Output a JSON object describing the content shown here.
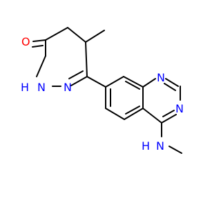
{
  "molecule": {
    "colors": {
      "bond": "#000000",
      "oxygen": "#ff0000",
      "nitrogen": "#0000ff",
      "background": "#ffffff"
    },
    "atom_labels": {
      "carbonyl_oxygen": "O",
      "ring_nh": "H",
      "ring_nh_n": "N",
      "hydrazone_n": "N",
      "quinazoline_n1": "N",
      "quinazoline_n3": "N",
      "amine_nh_n": "N",
      "amine_nh_h": "H"
    }
  }
}
